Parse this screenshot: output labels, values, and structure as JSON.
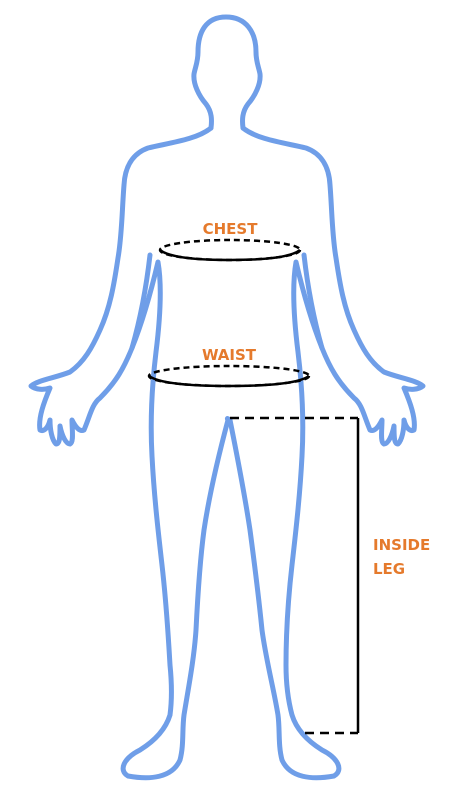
{
  "colors": {
    "body_outline": "#6f9ee8",
    "label": "#e57a2c",
    "measure_line": "#000000",
    "background": "#ffffff"
  },
  "labels": {
    "chest": "CHEST",
    "waist": "WAIST",
    "inside_leg_line1": "INSIDE",
    "inside_leg_line2": "LEG"
  }
}
